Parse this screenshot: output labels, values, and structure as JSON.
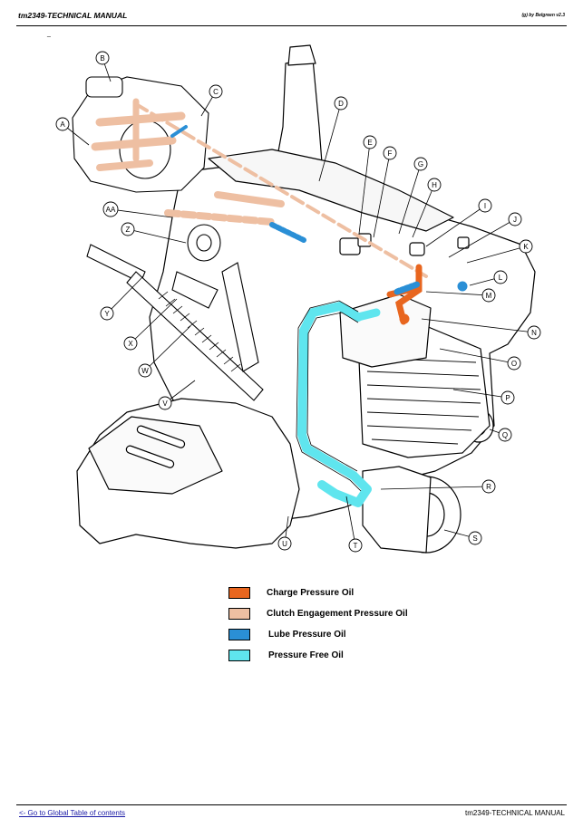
{
  "header": {
    "title": "tm2349-TECHNICAL MANUAL",
    "credit": "(g) by Belgreen v2.3"
  },
  "mark": "_",
  "callouts": [
    "A",
    "B",
    "C",
    "D",
    "E",
    "F",
    "G",
    "H",
    "I",
    "J",
    "K",
    "L",
    "M",
    "N",
    "O",
    "P",
    "Q",
    "R",
    "S",
    "T",
    "U",
    "V",
    "W",
    "X",
    "Y",
    "Z",
    "AA"
  ],
  "legend": {
    "items": [
      {
        "label": "Charge Pressure Oil",
        "color": "#e8661f"
      },
      {
        "label": "Clutch Engagement Pressure Oil",
        "color": "#eebfa2"
      },
      {
        "label": "Lube Pressure Oil",
        "color": "#2a8fd6"
      },
      {
        "label": "Pressure Free Oil",
        "color": "#5fe5ee"
      }
    ]
  },
  "footer": {
    "link": "<- Go to Global Table of contents",
    "title": "tm2349-TECHNICAL MANUAL"
  },
  "colors": {
    "charge": "#e8661f",
    "clutch": "#eebfa2",
    "lube": "#2a8fd6",
    "free": "#5fe5ee"
  }
}
